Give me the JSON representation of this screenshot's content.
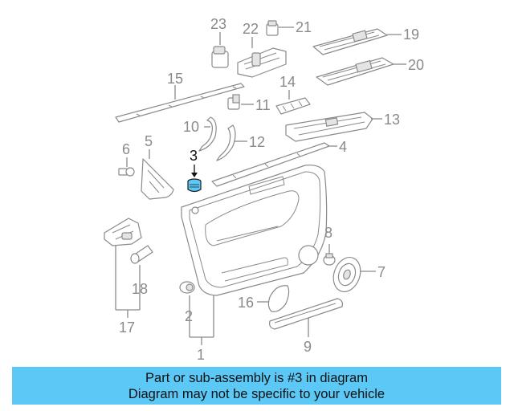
{
  "diagram": {
    "highlight_color": "#5bc8f5",
    "callouts": [
      {
        "id": "1",
        "label": "1"
      },
      {
        "id": "2",
        "label": "2"
      },
      {
        "id": "3",
        "label": "3",
        "highlighted": true
      },
      {
        "id": "4",
        "label": "4"
      },
      {
        "id": "5",
        "label": "5"
      },
      {
        "id": "6",
        "label": "6"
      },
      {
        "id": "7",
        "label": "7"
      },
      {
        "id": "8",
        "label": "8"
      },
      {
        "id": "9",
        "label": "9"
      },
      {
        "id": "10",
        "label": "10"
      },
      {
        "id": "11",
        "label": "11"
      },
      {
        "id": "12",
        "label": "12"
      },
      {
        "id": "13",
        "label": "13"
      },
      {
        "id": "14",
        "label": "14"
      },
      {
        "id": "15",
        "label": "15"
      },
      {
        "id": "16",
        "label": "16"
      },
      {
        "id": "17",
        "label": "17"
      },
      {
        "id": "18",
        "label": "18"
      },
      {
        "id": "19",
        "label": "19"
      },
      {
        "id": "20",
        "label": "20"
      },
      {
        "id": "21",
        "label": "21"
      },
      {
        "id": "22",
        "label": "22"
      },
      {
        "id": "23",
        "label": "23"
      }
    ]
  },
  "banner": {
    "line1": "Part or sub-assembly is #3 in diagram",
    "line2": "Diagram may not be specific to your vehicle",
    "background": "#5bc8f5"
  }
}
